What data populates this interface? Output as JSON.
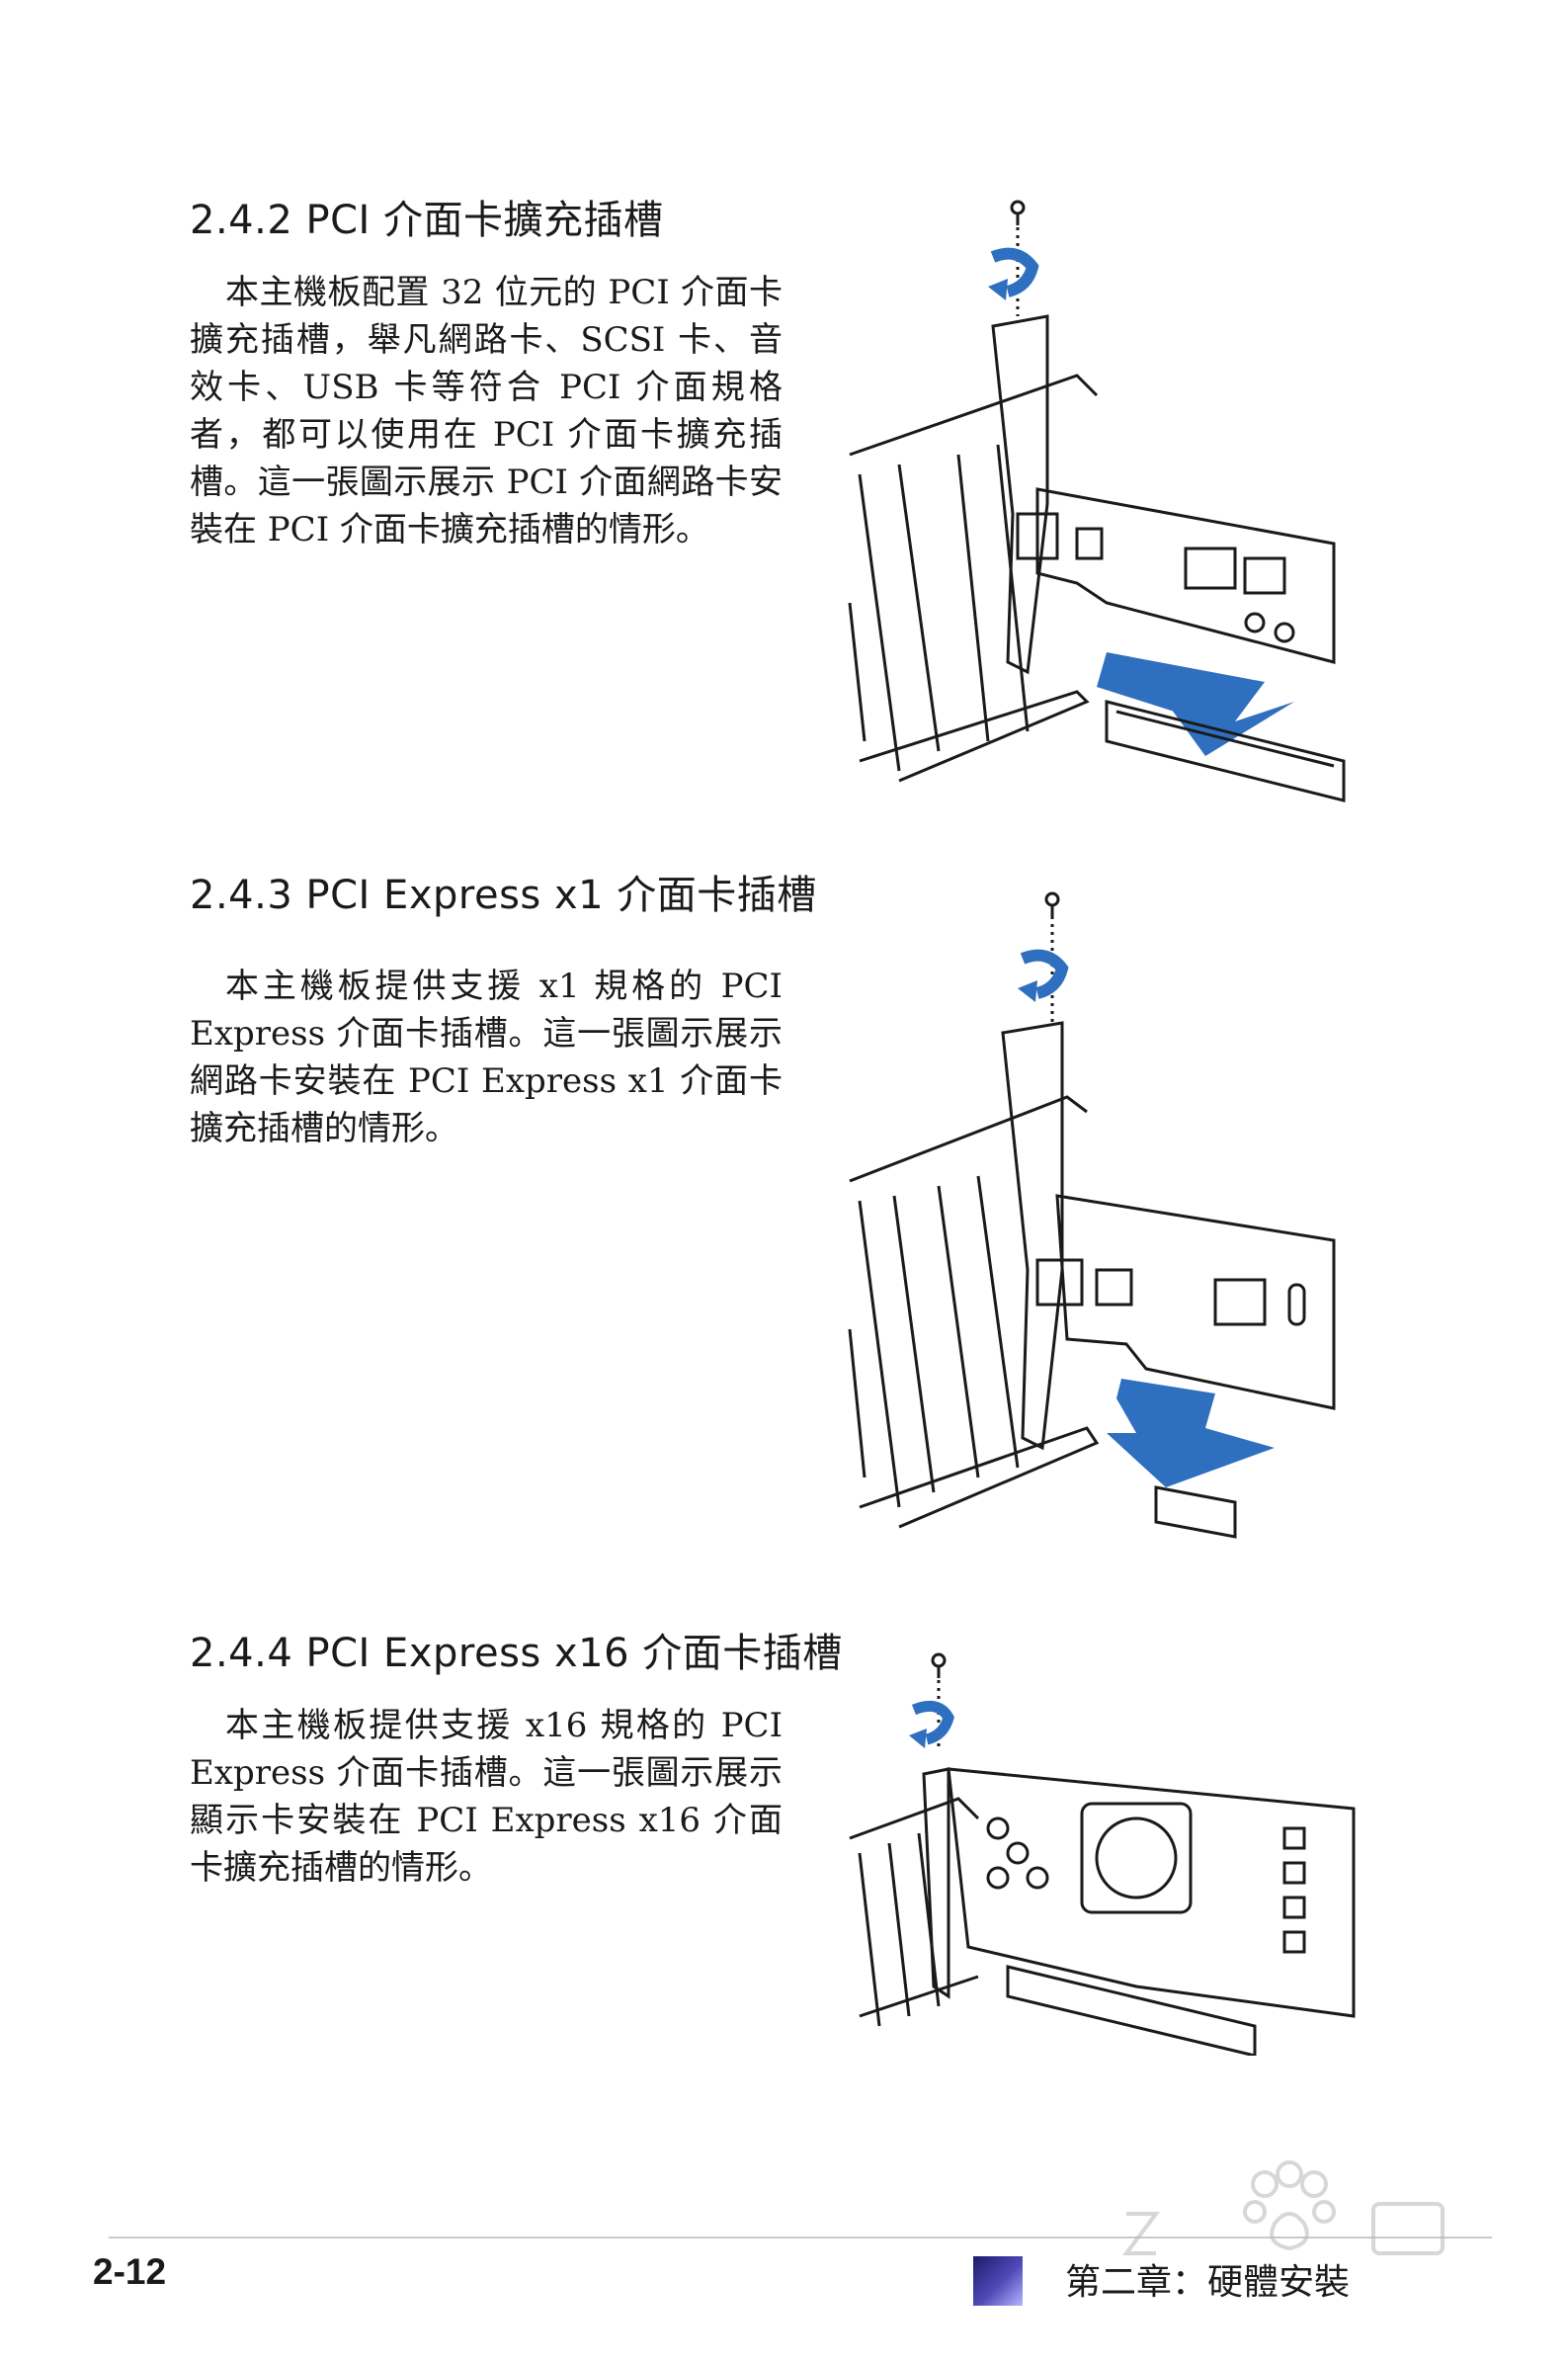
{
  "sections": [
    {
      "heading": "2.4.2 PCI 介面卡擴充插槽",
      "paragraph": "本主機板配置 32 位元的 PCI 介面卡擴充插槽，舉凡網路卡、SCSI 卡、音效卡、USB 卡等符合 PCI 介面規格者，都可以使用在 PCI 介面卡擴充插槽。這一張圖示展示 PCI 介面網路卡安裝在 PCI 介面卡擴充插槽的情形。"
    },
    {
      "heading": "2.4.3 PCI Express x1 介面卡插槽",
      "paragraph": "本主機板提供支援 x1 規格的 PCI Express 介面卡插槽。這一張圖示展示網路卡安裝在 PCI Express x1 介面卡擴充插槽的情形。"
    },
    {
      "heading": "2.4.4 PCI Express x16 介面卡插槽",
      "paragraph": "本主機板提供支援 x16 規格的 PCI Express 介面卡插槽。這一張圖示展示顯示卡安裝在 PCI Express x16 介面卡擴充插槽的情形。"
    }
  ],
  "footer": {
    "page_number": "2-12",
    "chapter": "第二章：硬體安裝"
  },
  "colors": {
    "arrow_blue": "#2f6fbf",
    "line": "#1a1a1a"
  }
}
